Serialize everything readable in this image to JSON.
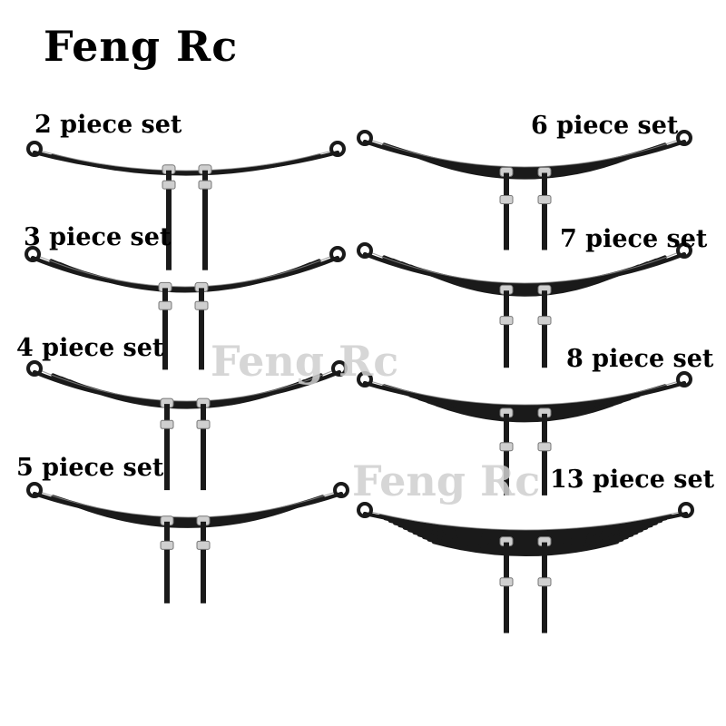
{
  "brand": "Feng Rc",
  "watermarks": [
    "Feng Rc",
    "Feng Rc"
  ],
  "colors": {
    "steel": "#1a1a1a",
    "highlight": "#8a8a8a",
    "bracket": "#cfcfcf",
    "watermark": "#d0d0d0"
  },
  "sets": [
    {
      "label": "2 piece set",
      "leaves": 2
    },
    {
      "label": "3 piece set",
      "leaves": 3
    },
    {
      "label": "4 piece set",
      "leaves": 4
    },
    {
      "label": "5 piece set",
      "leaves": 5
    },
    {
      "label": "6 piece set",
      "leaves": 6
    },
    {
      "label": "7 piece set",
      "leaves": 7
    },
    {
      "label": "8 piece set",
      "leaves": 8
    },
    {
      "label": "13 piece set",
      "leaves": 13
    }
  ]
}
